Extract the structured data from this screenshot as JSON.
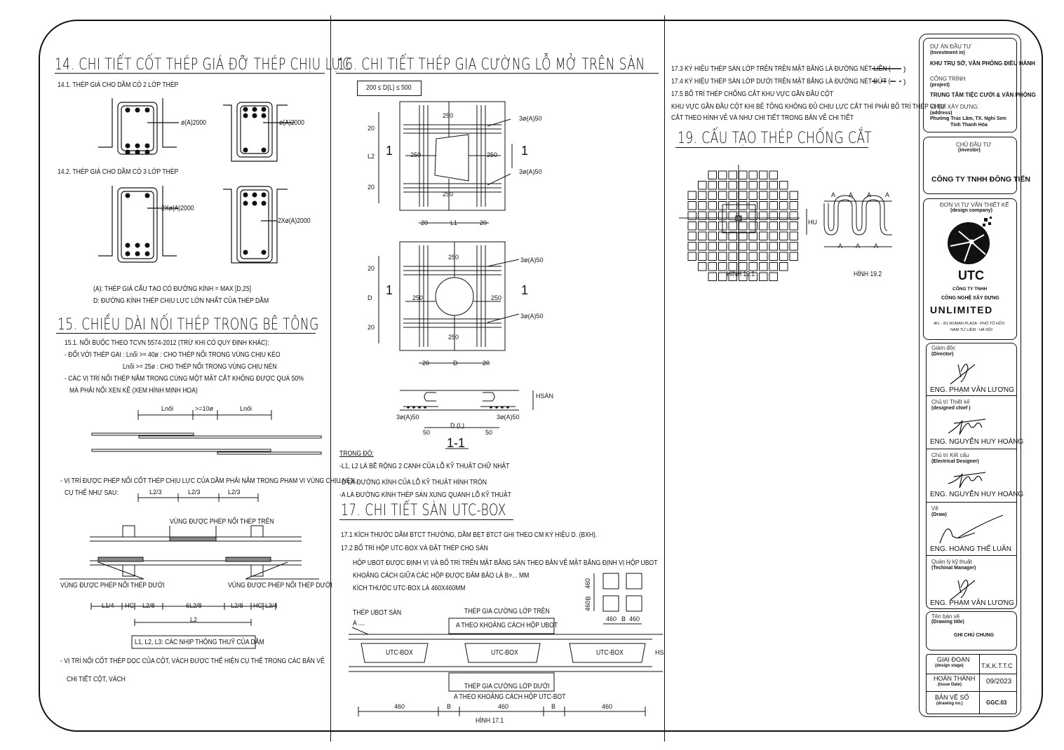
{
  "s14": {
    "title": "14. CHI TIẾT CỐT THÉP GIÁ ĐỠ THÉP CHỊU LỰC",
    "sub1": "14.1. THÉP GIÁ CHO DẦM CÓ 2 LỚP THÉP",
    "sub2": "14.2. THÉP GIÁ CHO DẦM CÓ 3 LỚP THÉP",
    "lbl1a": "ø(A)2000",
    "lbl1b": "ø(A)2000",
    "lbl2a": "2Xø(A)2000",
    "lbl2b": "2Xø(A)2000",
    "note1": "(A):  THÉP GIÁ CẤU TẠO CÓ ĐƯỜNG KÍNH = MAX [D,25]",
    "note2": "D:  ĐƯỜNG KÍNH THÉP CHỊU LỰC LỚN NHẤT CỦA THÉP DẦM"
  },
  "s15": {
    "title": "15. CHIỀU DÀI NỐI THÉP TRONG BÊ TÔNG",
    "l1": "15.1. NỐI BUỘC THEO TCVN 5574-2012 (TRỪ KHI CÓ QUY ĐỊNH KHÁC):",
    "l2": "- ĐỐI VỚI THÉP GAI :  Lnối >= 40ø   :  CHO THÉP NỐI TRONG VÙNG CHỊU KÉO",
    "l3": "Lnối >= 25ø   :  CHO THÉP NỐI TRONG VÙNG CHỊU NÉN",
    "l4": "- CÁC VỊ TRÍ NỐI THÉP NẰM TRONG CÙNG MỘT MẶT CẮT KHÔNG ĐƯỢC QUÁ 50%",
    "l5": "MÀ PHẢI NỐI XEN KẼ (XEM HÌNH MINH HOẠ)",
    "dim_lap": "Lnối",
    "dim_gap": ">=10ø",
    "l6": "- VỊ TRÍ ĐƯỢC PHÉP NỐI CỐT THÉP CHỊU LỰC CỦA DẦM PHẢI NẰM TRONG PHẠM VI VÙNG CHỊU NÉN,",
    "l7": "CỤ THỂ NHƯ SAU:",
    "l23": "L2/3",
    "top_zone": "VÙNG ĐƯỢC PHÉP NỐI THÉP TRÊN",
    "bot_zone_l": "VÙNG ĐƯỢC PHÉP NỐI THÉP DƯỚI",
    "bot_zone_r": "VÙNG ĐƯỢC PHÉP NỐI THÉP DƯỚI",
    "d_l14": "L1/4",
    "d_hc": "HC",
    "d_l28": "L2/8",
    "d_6l28": "6L2/8",
    "d_l34": "L3/4",
    "d_l2": "L2",
    "boxnote": "L1, L2, L3: CÁC NHỊP THÔNG THUỶ CỦA DẦM",
    "l8": "- VỊ TRÍ NỐI CỐT THÉP DỌC CỦA CỘT, VÁCH ĐƯỢC THỂ HIỆN CỤ THỂ TRONG CÁC BẢN VẼ",
    "l9": "CHI TIẾT CỘT, VÁCH"
  },
  "s16": {
    "title": "16. CHI TIẾT THÉP GIA CƯỜNG LỖ MỞ TRÊN SÀN",
    "range": "200 ≤ D(L) ≤ 500",
    "bar": "3ø(A)50",
    "d250": "250",
    "d20": "20",
    "dL1": "L1",
    "dL2": "L2",
    "dD": "D",
    "cut": "1",
    "sec": "1-1",
    "hsan": "HSÀN",
    "d50": "50",
    "dl": "D (L)",
    "tdo": "TRONG ĐÓ:",
    "n1": "-L1, L2 LÀ BỀ RỘNG 2 CẠNH CỦA LỖ KỸ THUẬT CHỮ NHẬT",
    "n2": "-D LÀ ĐƯỜNG KÍNH CỦA LỖ KỸ THUẬT HÌNH TRÒN",
    "n3": "-A LÀ ĐƯỜNG KÍNH THÉP SÀN XUNG QUANH LỖ KỸ THUẬT"
  },
  "s17": {
    "title": "17. CHI TIẾT SÀN UTC-BOX",
    "t1": "17.1 KÍCH THƯỚC DẦM BTCT THƯỜNG, DẦM BẸT BTCT GHI THEO CM KÝ HIỆU D. (BXH).",
    "t2": "17.2 BỐ TRÍ HỘP UTC-BOX VÀ ĐẶT THÉP CHO SÀN",
    "t3": "HỘP UBOT ĐƯỢC ĐỊNH VỊ VÀ BỐ TRÍ TRÊN MẶT BẰNG SÀN THEO BẢN VẼ MẶT BẰNG ĐỊNH VỊ HỘP UBOT",
    "t4": "KHOẢNG CÁCH GIỮA CÁC HỘP ĐƯỢC ĐẢM BẢO LÀ B=... MM",
    "t5": "KÍCH THƯỚC UTC-BOX LÀ 460X460MM",
    "g460": "460",
    "gB": "B",
    "ubot": "THÉP UBOT SÀN",
    "a": "A ....",
    "topbar": "THÉP GIA CƯỜNG LỚP TRÊN",
    "topbar2": "A THEO KHOẢNG CÁCH HỘP UBOT",
    "box": "UTC-BOX",
    "hs": "HS",
    "botbar": "THÉP GIA CƯỜNG LỚP DƯỚI",
    "botbar2": "A THEO KHOẢNG CÁCH HỘP UTC-BOT",
    "fig": "HÌNH 17.1",
    "t6": "17.3 KÝ HIỆU THÉP SÀN LỚP TRÊN TRÊN MẶT BẰNG LÀ ĐƯỜNG NÉT LIỀN (",
    "t7": "17.4 KÝ HIỆU THÉP SÀN LỚP DƯỚI TRÊN MẶT BẰNG LÀ ĐƯỜNG NÉT ĐỨT (",
    "t8": "17.5 BỐ TRÍ THÉP CHỐNG CẮT KHU VỰC GẦN ĐẦU CỘT",
    "t9": "KHU VỰC GẦN ĐẦU CỘT KHI BÊ TÔNG KHÔNG ĐỦ CHỊU LỰC CẮT THÌ PHẢI BỐ TRÍ THÉP CHỊU",
    "t10": "CẮT THEO HÌNH VẼ VÀ NHƯ CHI TIẾT TRONG BẢN VẼ CHI TIẾT"
  },
  "s19": {
    "title": "19. CẤU TẠO THÉP CHỐNG CẮT",
    "a": "A",
    "hu": "HU",
    "fig1": "HÌNH 19.1",
    "fig2": "HÌNH 19.2"
  },
  "tb": {
    "inv_k": "DỰ ÁN ĐẦU TƯ",
    "inv_e": "(Investment in)",
    "inv_v": "KHU TRỤ SỞ, VĂN PHÒNG ĐIỀU HÀNH",
    "prj_k": "CÔNG TRÌNH",
    "prj_e": "(project)",
    "prj_v": "TRUNG TÂM TIỆC CƯỚI & VĂN PHÒNG",
    "loc_k": "VỊ TRÍ XÂY DỰNG:",
    "loc_e": "(address)",
    "loc_v1": "Phường Trúc Lâm, TX. Nghi Sơn",
    "loc_v2": "Tỉnh Thanh Hóa",
    "own_k": "CHỦ ĐẦU TƯ",
    "own_e": "(investor)",
    "own_v": "CÔNG TY TNHH ĐÔNG TIẾN",
    "des_k": "ĐƠN VỊ TƯ VẤN THIẾT KẾ",
    "des_e": "(design company)",
    "logo": "UTC",
    "co1": "CÔNG TY TNHH",
    "co2": "CÔNG NGHỆ XÂY DỰNG",
    "co3": "UNLIMITED",
    "addr1": "4FL - B1 ROMAN PLAZA - PHỐ TỐ HỮU",
    "addr2": "NAM TỪ LIÊM - HÀ NỘI",
    "r1_k": "Giám đốc",
    "r1_e": "(Director)",
    "r1_v": "ENG. PHẠM VĂN LƯƠNG",
    "r2_k": "Chủ trì Thiết kế",
    "r2_e": "(designed chief )",
    "r2_v": "ENG. NGUYỄN HUY HOÀNG",
    "r3_k": "Chủ trì Kết cấu",
    "r3_e": "(Electrical Designer)",
    "r3_v": "ENG. NGUYỄN HUY HOÀNG",
    "r4_k": "Vẽ",
    "r4_e": "(Draw)",
    "r4_v": "ENG. HOÀNG THẾ LUÂN",
    "r5_k": "Quản lý kỹ thuật",
    "r5_e": "(Techinal Manager)",
    "r5_v": "ENG. PHẠM VĂN LƯƠNG",
    "dt_k": "Tên bản vẽ",
    "dt_e": "(Drawing title)",
    "dt_v": "GHI CHÚ CHUNG",
    "st_k": "GIAI ĐOẠN",
    "st_e": "(design stage)",
    "st_v": "T.K.K.T.T.C",
    "dd_k": "HOÀN THÀNH",
    "dd_e": "(Issue Date)",
    "dd_v": "09/2023",
    "no_k": "BẢN VẼ SỐ",
    "no_e": "(drawing no.)",
    "no_v": "GGC.03"
  }
}
